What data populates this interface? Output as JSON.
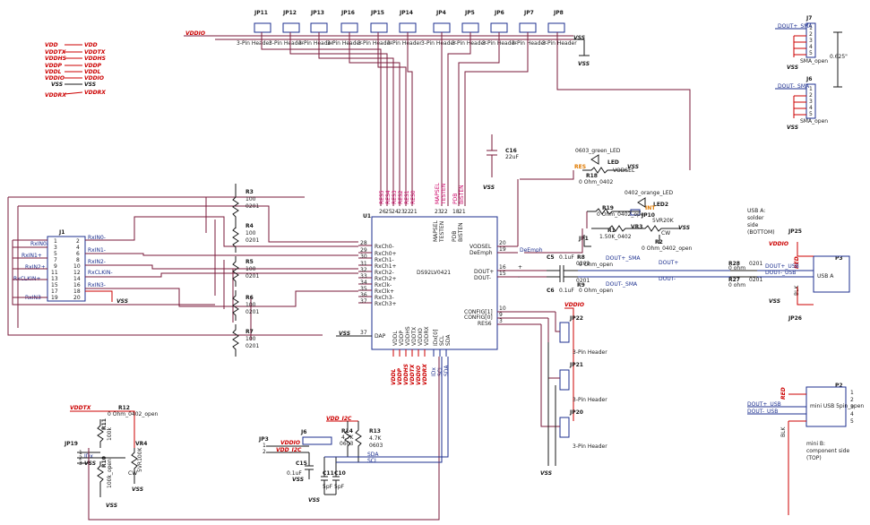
{
  "chart_data": {
    "type": "schematic"
  },
  "colors": {
    "wire": "#7a1a3a",
    "net": "#1c2f8f",
    "power": "#cc0000",
    "accent": "#e07a00"
  },
  "headers": [
    {
      "ref": "JP11",
      "label": "3-Pin Header"
    },
    {
      "ref": "JP12",
      "label": "3-Pin Header"
    },
    {
      "ref": "JP13",
      "label": "3-Pin Header"
    },
    {
      "ref": "JP16",
      "label": "3-Pin Header"
    },
    {
      "ref": "JP15",
      "label": "3-Pin Header"
    },
    {
      "ref": "JP14",
      "label": "3-Pin Header"
    },
    {
      "ref": "JP4",
      "label": "3-Pin Header"
    },
    {
      "ref": "JP5",
      "label": "3-Pin Header"
    },
    {
      "ref": "JP6",
      "label": "3-Pin Header"
    },
    {
      "ref": "JP7",
      "label": "3-Pin Header"
    },
    {
      "ref": "JP8",
      "label": "3-Pin Header"
    }
  ],
  "top": {
    "vddio": "VDDIO",
    "vss": "VSS",
    "vss2": "VSS"
  },
  "power_list": [
    {
      "left": "VDD",
      "right": "VDD"
    },
    {
      "left": "VDDTX",
      "right": "VDDTX"
    },
    {
      "left": "VDDHS",
      "right": "VDDHS"
    },
    {
      "left": "VDDP",
      "right": "VDDP"
    },
    {
      "left": "VDDL",
      "right": "VDDL"
    },
    {
      "left": "VDDIO",
      "right": "VDDIO"
    },
    {
      "left": "VSS",
      "right": "VSS"
    },
    {
      "left": "VDDRX",
      "right": "VDDRX"
    }
  ],
  "sma": {
    "j7": "J7",
    "j6": "J6",
    "dim": "0.625\"",
    "j7_net": "DOUT+_SMA",
    "j7_label": "SMA_open",
    "j6_net": "DOUT-_SMA",
    "j6_label": "SMA_open",
    "pins": [
      "1",
      "2",
      "3",
      "4",
      "5"
    ],
    "vss": "VSS"
  },
  "resistors": [
    {
      "ref": "R3",
      "value": "100",
      "pkg": "0201"
    },
    {
      "ref": "R4",
      "value": "100",
      "pkg": "0201"
    },
    {
      "ref": "R5",
      "value": "100",
      "pkg": "0201"
    },
    {
      "ref": "R6",
      "value": "100",
      "pkg": "0201"
    },
    {
      "ref": "R7",
      "value": "100",
      "pkg": "0201"
    }
  ],
  "j1": {
    "ref": "J1",
    "pins_left": [
      "1",
      "3",
      "5",
      "7",
      "9",
      "11",
      "13",
      "15",
      "17",
      "19"
    ],
    "pins_right": [
      "2",
      "4",
      "6",
      "8",
      "10",
      "12",
      "14",
      "16",
      "18",
      "20"
    ],
    "nets_left": [
      "RxIN0-",
      "RxIN1+",
      "RxIN2+",
      "RxCLKIN+",
      "RxIN3-"
    ],
    "nets_right": [
      "RxIN0-",
      "RxIN1-",
      "RxIN2-",
      "RxCLKIN-",
      "RxIN3-"
    ],
    "vss": "VSS"
  },
  "u1": {
    "ref": "U1",
    "name": "DS92LV0421",
    "left_pins": [
      {
        "num": "28",
        "name": "RxCh0-"
      },
      {
        "num": "29",
        "name": "RxCh0+"
      },
      {
        "num": "30",
        "name": "RxCh1-"
      },
      {
        "num": "31",
        "name": "RxCh1+"
      },
      {
        "num": "32",
        "name": "RxCh2-"
      },
      {
        "num": "33",
        "name": "RxCh2+"
      },
      {
        "num": "34",
        "name": "RxClk-"
      },
      {
        "num": "35",
        "name": "RxClk+"
      },
      {
        "num": "36",
        "name": "RxCh3-"
      },
      {
        "num": "37",
        "name": "RxCh3+"
      }
    ],
    "top_pins": [
      {
        "num": "26",
        "name": "RES5"
      },
      {
        "num": "25",
        "name": "RES4"
      },
      {
        "num": "24",
        "name": "RES3"
      },
      {
        "num": "23",
        "name": "RES2"
      },
      {
        "num": "22",
        "name": "RES1"
      },
      {
        "num": "21",
        "name": "RES0"
      },
      {
        "num": "23",
        "name": "MAPSEL"
      },
      {
        "num": "22",
        "name": "TESTEN"
      },
      {
        "num": "18",
        "name": "PDB"
      },
      {
        "num": "21",
        "name": "BISTEN"
      }
    ],
    "right_pins": [
      {
        "num": "20",
        "name": "VODSEL"
      },
      {
        "num": "19",
        "name": "DeEmph"
      },
      {
        "num": "16",
        "name": "DOUT+"
      },
      {
        "num": "15",
        "name": "DOUT-"
      },
      {
        "num": "10",
        "name": "CONFIG[1]"
      },
      {
        "num": "9",
        "name": "CONFIG[0]"
      },
      {
        "num": "3",
        "name": "RES6"
      }
    ],
    "bottom_pins": [
      "VDDL",
      "VDDP",
      "VDDHS",
      "VDDTX",
      "VDDIO",
      "VDDRX",
      "IDx[0]",
      "SCL",
      "SDA"
    ],
    "bottom_nets": [
      "VDDL",
      "VDDP",
      "VDDHS",
      "VDDTX",
      "VDDIO",
      "VDDRX",
      "IDx",
      "SCL",
      "SDA"
    ],
    "dap_num": "37",
    "dap": "DAP",
    "vss": "VSS",
    "deemph_net": "DeEmph"
  },
  "c16": {
    "ref": "C16",
    "value": "22uF",
    "vss": "VSS"
  },
  "led_green": {
    "label": "0603_green_LED",
    "ref": "LED",
    "net": "VODSEL",
    "r": "R18",
    "rval": "0 Ohm_0402",
    "vss": "VSS",
    "res": "RES"
  },
  "led_orange": {
    "label": "0402_orange_LED",
    "ref": "LED2",
    "jp": "JP10"
  },
  "r19": {
    "ref": "R19",
    "value": "0 Ohm_0402_open",
    "int": "INT"
  },
  "vr3": {
    "ref": "VR3",
    "value": "5VR20K",
    "r1": "R1",
    "r1val": "1.50K_0402",
    "r2": "R2",
    "r2val": "0 Ohm_0402_open",
    "jp": "JP1",
    "vss": "VSS",
    "cw": "CW"
  },
  "caps_out": {
    "c5": "C5",
    "c5val": "0.1uF",
    "c6": "C6",
    "c6val": "0.1uF",
    "r8": "R8",
    "r8val": "0 Ohm_open",
    "r9": "R9",
    "r9val": "0 Ohm_open",
    "pkg": "0201",
    "plus": "+",
    "minus": "-",
    "net_p": "DOUT+_SMA",
    "net_n": "DOUT-_SMA",
    "doutp": "DOUT+",
    "doutn": "DOUT-"
  },
  "usb_a": {
    "note": [
      "USB A:",
      "solder",
      "side",
      "(BOTTOM)"
    ],
    "jp25": "JP25",
    "jp26": "JP26",
    "p3": "P3",
    "label": "USB A",
    "vddio": "VDDIO",
    "vss": "VSS",
    "red": "RED",
    "blk": "BLK",
    "r28": "R28",
    "r27": "R27",
    "rval": "0 ohm",
    "pkg": "0201",
    "net_p": "DOUT+_USB",
    "net_n": "DOUT-_USB"
  },
  "config_hdrs": [
    {
      "ref": "JP22",
      "label": "3-Pin Header"
    },
    {
      "ref": "JP21",
      "label": "3-Pin Header"
    },
    {
      "ref": "JP20",
      "label": "3-Pin Header"
    }
  ],
  "config_vddio": "VDDIO",
  "config_vss": "VSS",
  "mini_usb": {
    "p2": "P2",
    "label": "mini USB 5pin_open",
    "net_p": "DOUT+_USB",
    "net_n": "DOUT-_USB",
    "red": "RED",
    "blk": "BLK",
    "note": [
      "mini B:",
      "component side",
      "(TOP)"
    ],
    "pins": [
      "1",
      "2",
      "3",
      "4",
      "5"
    ]
  },
  "bottom_left": {
    "vddtx": "VDDTX",
    "r12": "R12",
    "r12val": "0 Ohm_0402_open",
    "r11": "R11",
    "r11val": "100k",
    "r10": "R10",
    "r10val": "100k_open",
    "vr4": "VR4",
    "vr4val": "5VR100K",
    "cw": "CW",
    "jp19": "JP19",
    "idx": "IDx",
    "vss": "VSS",
    "vss2": "VSS",
    "pins": [
      "1",
      "2",
      "3"
    ]
  },
  "bottom_mid": {
    "jp3": "JP3",
    "vddio": "VDDIO",
    "vdd_i2c": "VDD_I2C",
    "j6": "J6",
    "c15": "C15",
    "c15val": "0.1uF",
    "c11": "C11",
    "c10": "C10",
    "cval": "5pF",
    "r14": "R14",
    "r14val": "4.7K",
    "r13": "R13",
    "r13val": "4.7K",
    "pkg": "0603",
    "vdd_i2c_top": "VDD_I2C",
    "sda": "SDA",
    "scl": "SCL",
    "vss": "VSS",
    "vss2": "VSS"
  }
}
